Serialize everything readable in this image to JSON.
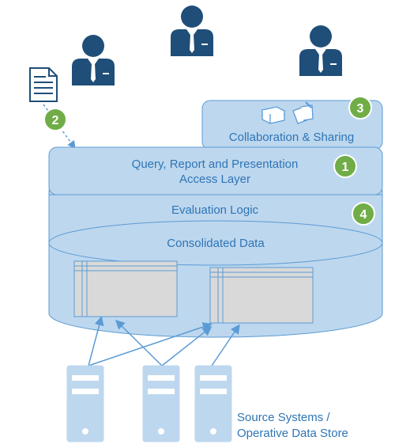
{
  "layers": {
    "collaboration": "Collaboration & Sharing",
    "query_line1": "Query, Report and Presentation",
    "query_line2": "Access Layer",
    "evaluation": "Evaluation Logic",
    "consolidated": "Consolidated Data"
  },
  "source_label": {
    "line1": "Source Systems /",
    "line2": "Operative Data Store"
  },
  "badges": {
    "b1": "1",
    "b2": "2",
    "b3": "3",
    "b4": "4"
  },
  "icons": {
    "user": "business-user-icon",
    "document": "document-icon",
    "collaboration": "books-and-notes-icon",
    "server": "server-tower-icon"
  },
  "colors": {
    "user_navy": "#1f4e79",
    "layer_fill": "#bdd7ee",
    "layer_stroke": "#5b9bd5",
    "label_text": "#2e75b6",
    "badge_green": "#70ad47",
    "server_fill": "#bdd7ee",
    "table_fill": "#d9d9d9"
  }
}
